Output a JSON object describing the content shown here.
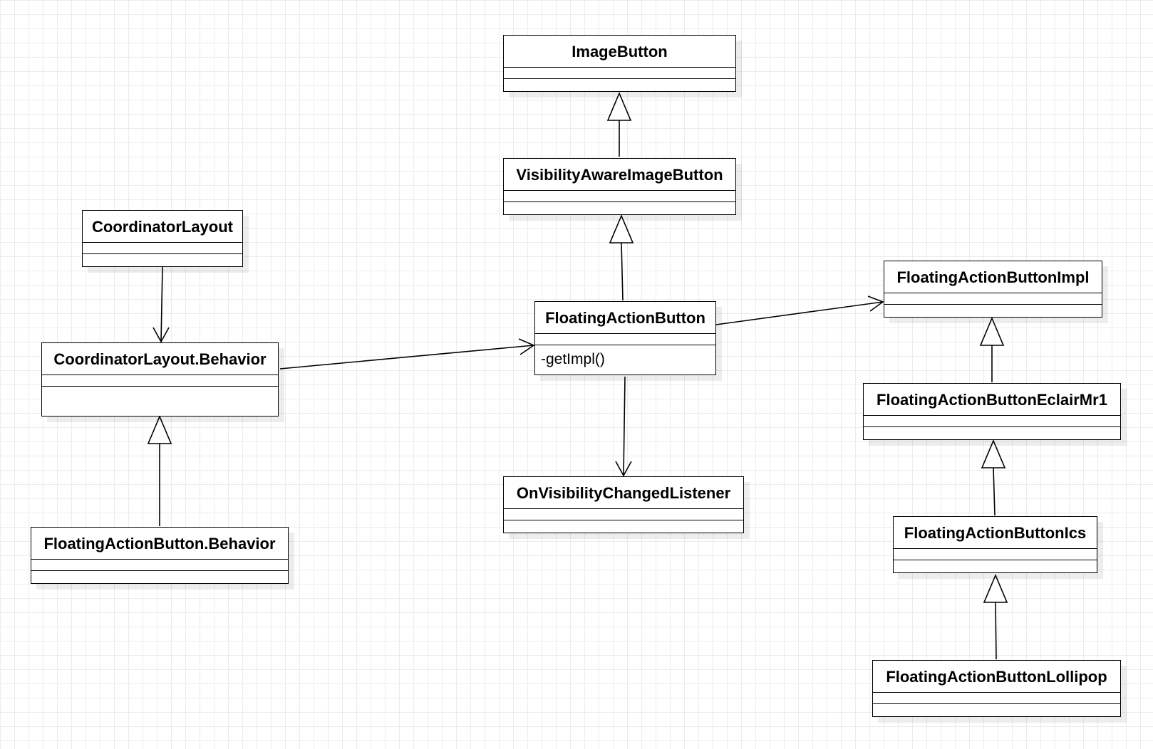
{
  "diagram": {
    "classes": {
      "image_button": {
        "name": "ImageButton"
      },
      "visibility_aware_image_button": {
        "name": "VisibilityAwareImageButton"
      },
      "coordinator_layout": {
        "name": "CoordinatorLayout"
      },
      "coordinator_layout_behavior": {
        "name": "CoordinatorLayout.Behavior"
      },
      "floating_action_button": {
        "name": "FloatingActionButton",
        "operations": [
          "-getImpl()"
        ]
      },
      "floating_action_button_behavior": {
        "name": "FloatingActionButton.Behavior"
      },
      "on_visibility_changed_listener": {
        "name": "OnVisibilityChangedListener"
      },
      "floating_action_button_impl": {
        "name": "FloatingActionButtonImpl"
      },
      "floating_action_button_eclair_mr1": {
        "name": "FloatingActionButtonEclairMr1"
      },
      "floating_action_button_ics": {
        "name": "FloatingActionButtonIcs"
      },
      "floating_action_button_lollipop": {
        "name": "FloatingActionButtonLollipop"
      }
    },
    "relationships": [
      {
        "type": "generalization",
        "from": "visibility_aware_image_button",
        "to": "image_button"
      },
      {
        "type": "generalization",
        "from": "floating_action_button",
        "to": "visibility_aware_image_button"
      },
      {
        "type": "association",
        "from": "coordinator_layout",
        "to": "coordinator_layout_behavior"
      },
      {
        "type": "association",
        "from": "coordinator_layout_behavior",
        "to": "floating_action_button"
      },
      {
        "type": "generalization",
        "from": "floating_action_button_behavior",
        "to": "coordinator_layout_behavior"
      },
      {
        "type": "association",
        "from": "floating_action_button",
        "to": "on_visibility_changed_listener"
      },
      {
        "type": "association",
        "from": "floating_action_button",
        "to": "floating_action_button_impl"
      },
      {
        "type": "generalization",
        "from": "floating_action_button_eclair_mr1",
        "to": "floating_action_button_impl"
      },
      {
        "type": "generalization",
        "from": "floating_action_button_ics",
        "to": "floating_action_button_eclair_mr1"
      },
      {
        "type": "generalization",
        "from": "floating_action_button_lollipop",
        "to": "floating_action_button_ics"
      }
    ]
  }
}
